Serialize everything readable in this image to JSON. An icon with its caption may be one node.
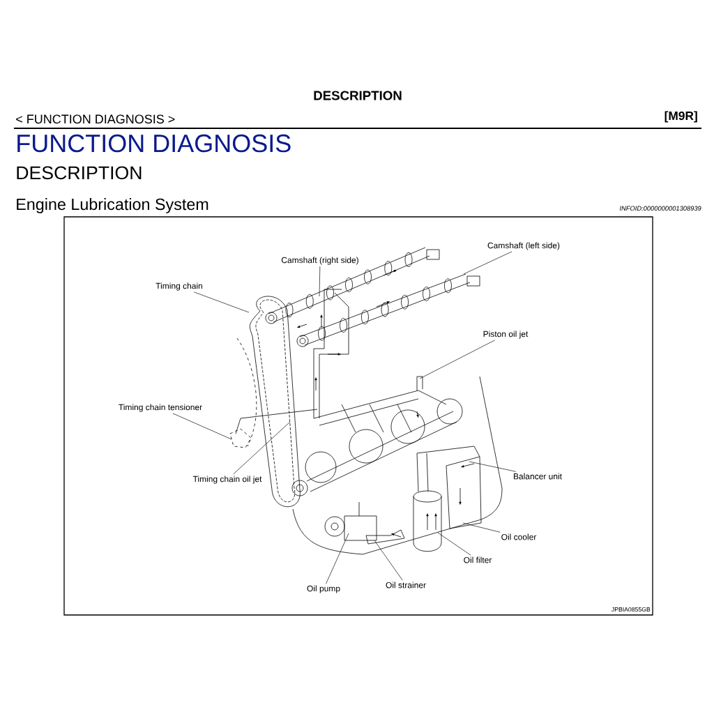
{
  "diagram": {
    "title": "DESCRIPTION",
    "nodes": [
      {
        "text": [
          "Camshaft (left side)"
        ]
      },
      {
        "text": [
          "Camshaft (right side)"
        ]
      },
      {
        "text": [
          "Timing chain"
        ]
      },
      {
        "text": [
          "Piston oil jet"
        ]
      },
      {
        "text": [
          "Timing chain tensioner"
        ]
      },
      {
        "text": [
          "Balancer unit"
        ]
      },
      {
        "text": [
          "Timing chain oil jet"
        ]
      },
      {
        "text": [
          "Oil cooler"
        ]
      },
      {
        "text": [
          "Oil filter"
        ]
      },
      {
        "text": [
          "Oil strainer"
        ]
      },
      {
        "text": [
          "Oil pump"
        ]
      }
    ],
    "edges": [
      {
        "from": 0,
        "to": null,
        "arrow": "none"
      },
      {
        "from": 1,
        "to": null,
        "arrow": "none"
      },
      {
        "from": 2,
        "to": null,
        "arrow": "none"
      },
      {
        "from": 3,
        "to": null,
        "arrow": "none"
      },
      {
        "from": 4,
        "to": null,
        "arrow": "none"
      },
      {
        "from": 5,
        "to": null,
        "arrow": "none"
      },
      {
        "from": 6,
        "to": null,
        "arrow": "none"
      },
      {
        "from": 7,
        "to": null,
        "arrow": "none"
      },
      {
        "from": 8,
        "to": null,
        "arrow": "none"
      },
      {
        "from": 9,
        "to": null,
        "arrow": "none"
      },
      {
        "from": 10,
        "to": null,
        "arrow": "none"
      }
    ],
    "labels": [
      "< FUNCTION DIAGNOSIS >",
      "[M9R]",
      "FUNCTION DIAGNOSIS",
      "DESCRIPTION",
      "Engine Lubrication System",
      "INFOID:0000000001308939",
      "JPBIA0855GB"
    ]
  }
}
